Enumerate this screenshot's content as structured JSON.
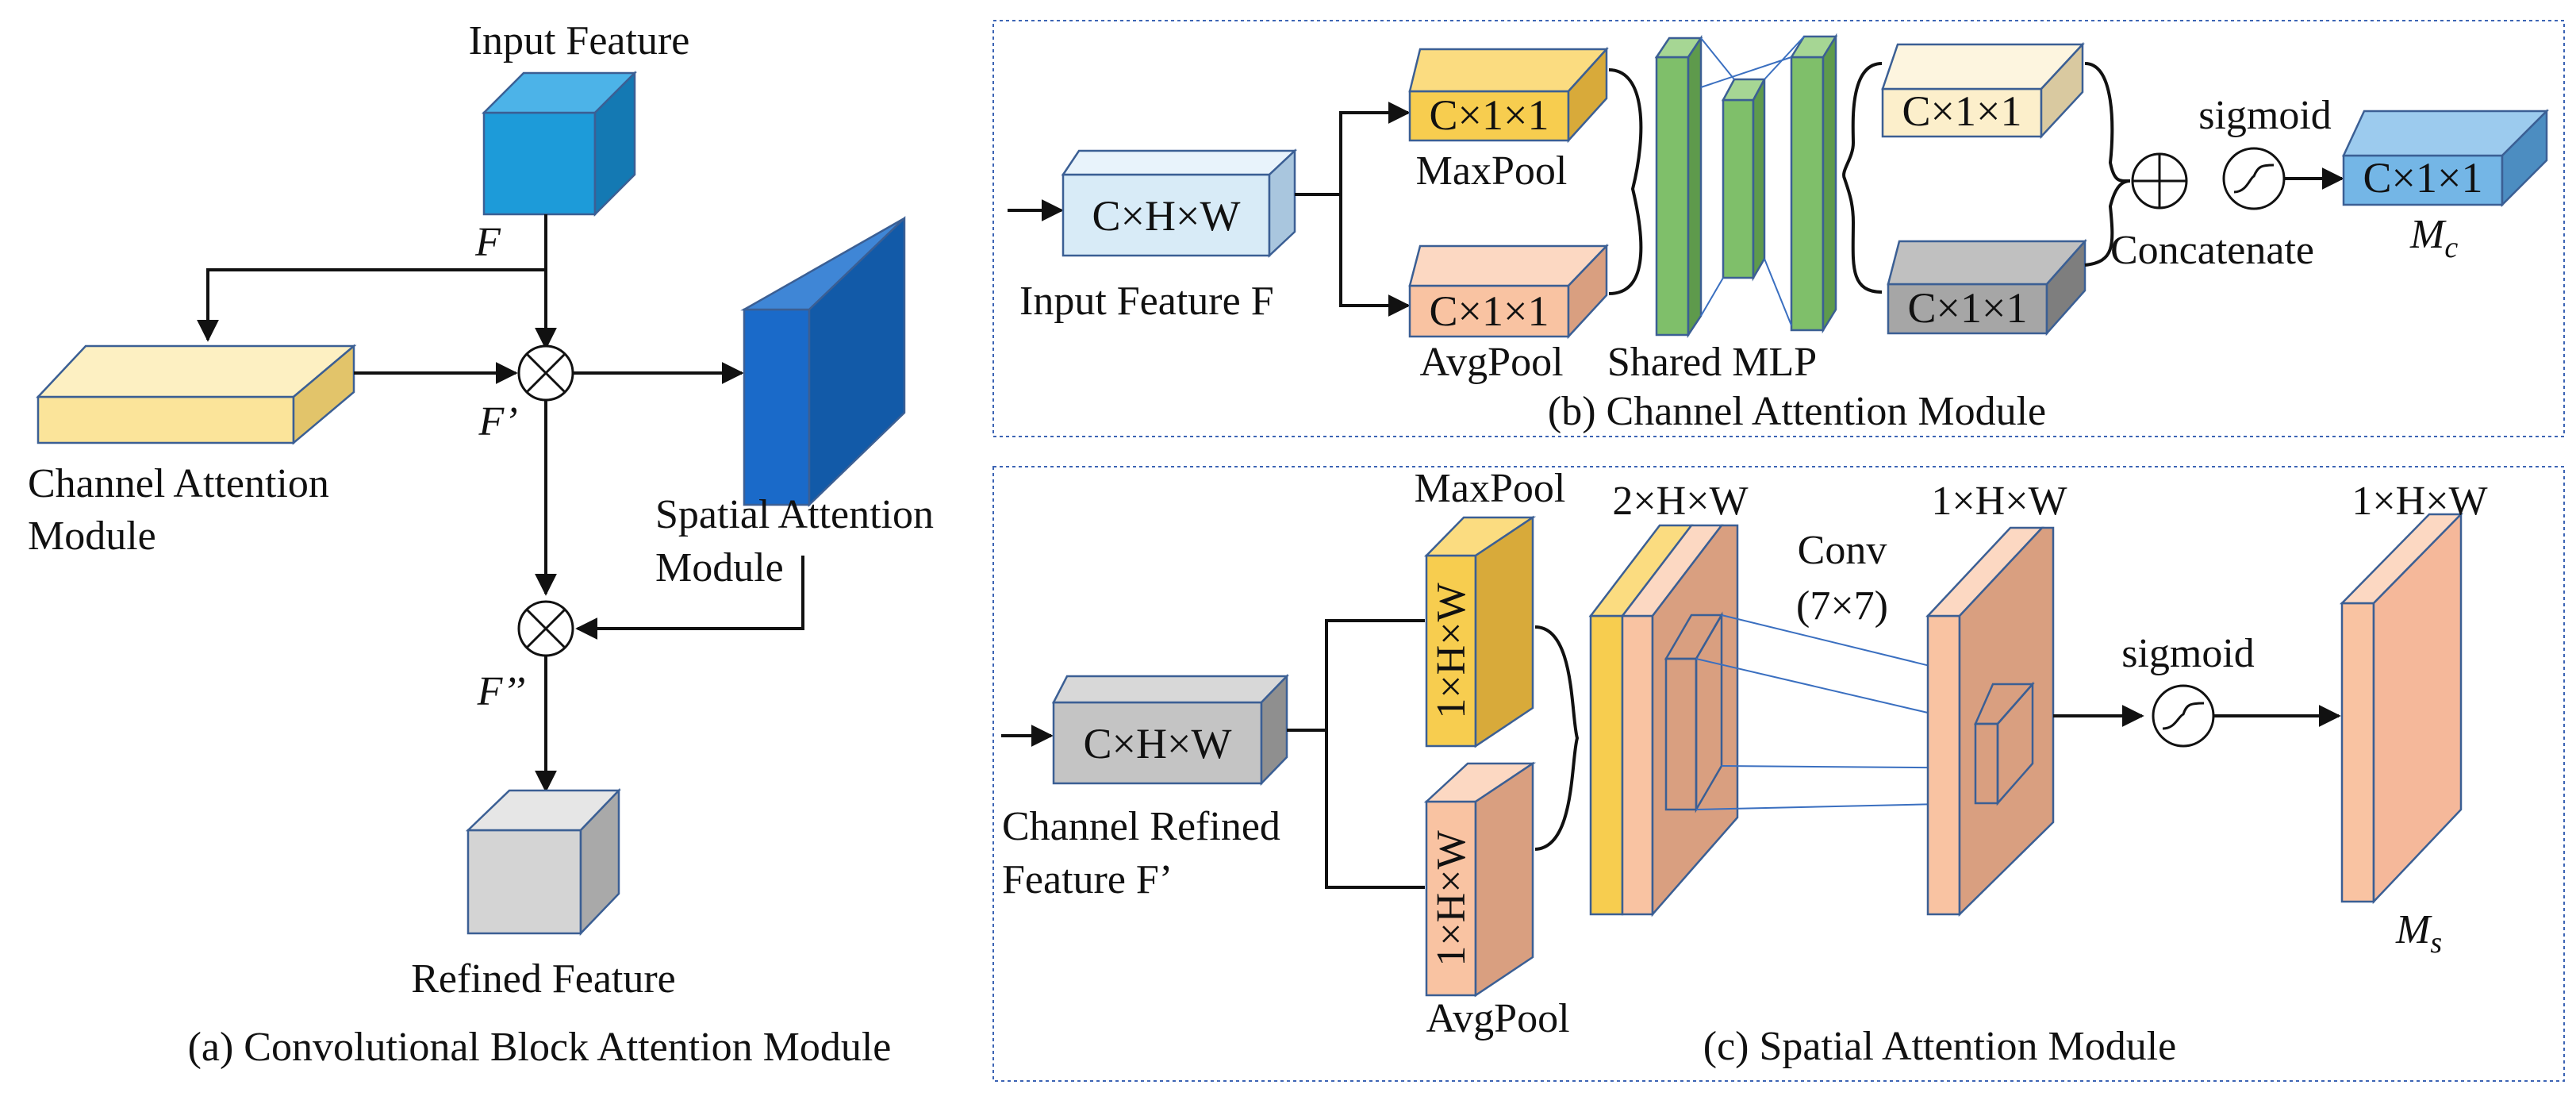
{
  "panel_a": {
    "input_feature": "Input Feature",
    "f": "F",
    "f_prime": "F’",
    "f_double_prime": "F’’",
    "channel_attention": [
      "Channel Attention",
      "Module"
    ],
    "spatial_attention": [
      "Spatial Attention",
      "Module"
    ],
    "refined_feature": "Refined Feature",
    "caption": "(a) Convolutional Block Attention Module"
  },
  "panel_b": {
    "input_dims": "C×H×W",
    "input_label": "Input Feature F",
    "maxpool_dims": "C×1×1",
    "maxpool_label": "MaxPool",
    "avgpool_dims": "C×1×1",
    "avgpool_label": "AvgPool",
    "shared_mlp": "Shared MLP",
    "out_top_dims": "C×1×1",
    "out_bottom_dims": "C×1×1",
    "concatenate": "Concatenate",
    "sigmoid": "sigmoid",
    "mc_dims": "C×1×1",
    "mc_label": "M",
    "mc_sub": "c",
    "caption": "(b) Channel Attention Module"
  },
  "panel_c": {
    "input_dims": "C×H×W",
    "input_label": [
      "Channel Refined",
      "Feature F’"
    ],
    "maxpool_label": "MaxPool",
    "maxpool_dims": "1×H×W",
    "avgpool_label": "AvgPool",
    "avgpool_dims": "1×H×W",
    "concat_dims": "2×H×W",
    "conv_label": [
      "Conv",
      "(7×7)"
    ],
    "conv_out_dims": "1×H×W",
    "sigmoid": "sigmoid",
    "ms_dims": "1×H×W",
    "ms_label": "M",
    "ms_sub": "s",
    "caption": "(c) Spatial Attention Module"
  },
  "colors": {
    "blue_cube": "#1d9bd9",
    "yellow_light": "#fbe49a",
    "yellow": "#f7cd4f",
    "dark_blue": "#1a6ac9",
    "grey": "#d4d4d4",
    "light_blue": "#d8ebf7",
    "salmon": "#f9c3a2",
    "green": "#7fbf6a",
    "cream": "#fcefcb",
    "dark_grey": "#a6a6a6",
    "panel_border": "#3c64b4"
  }
}
